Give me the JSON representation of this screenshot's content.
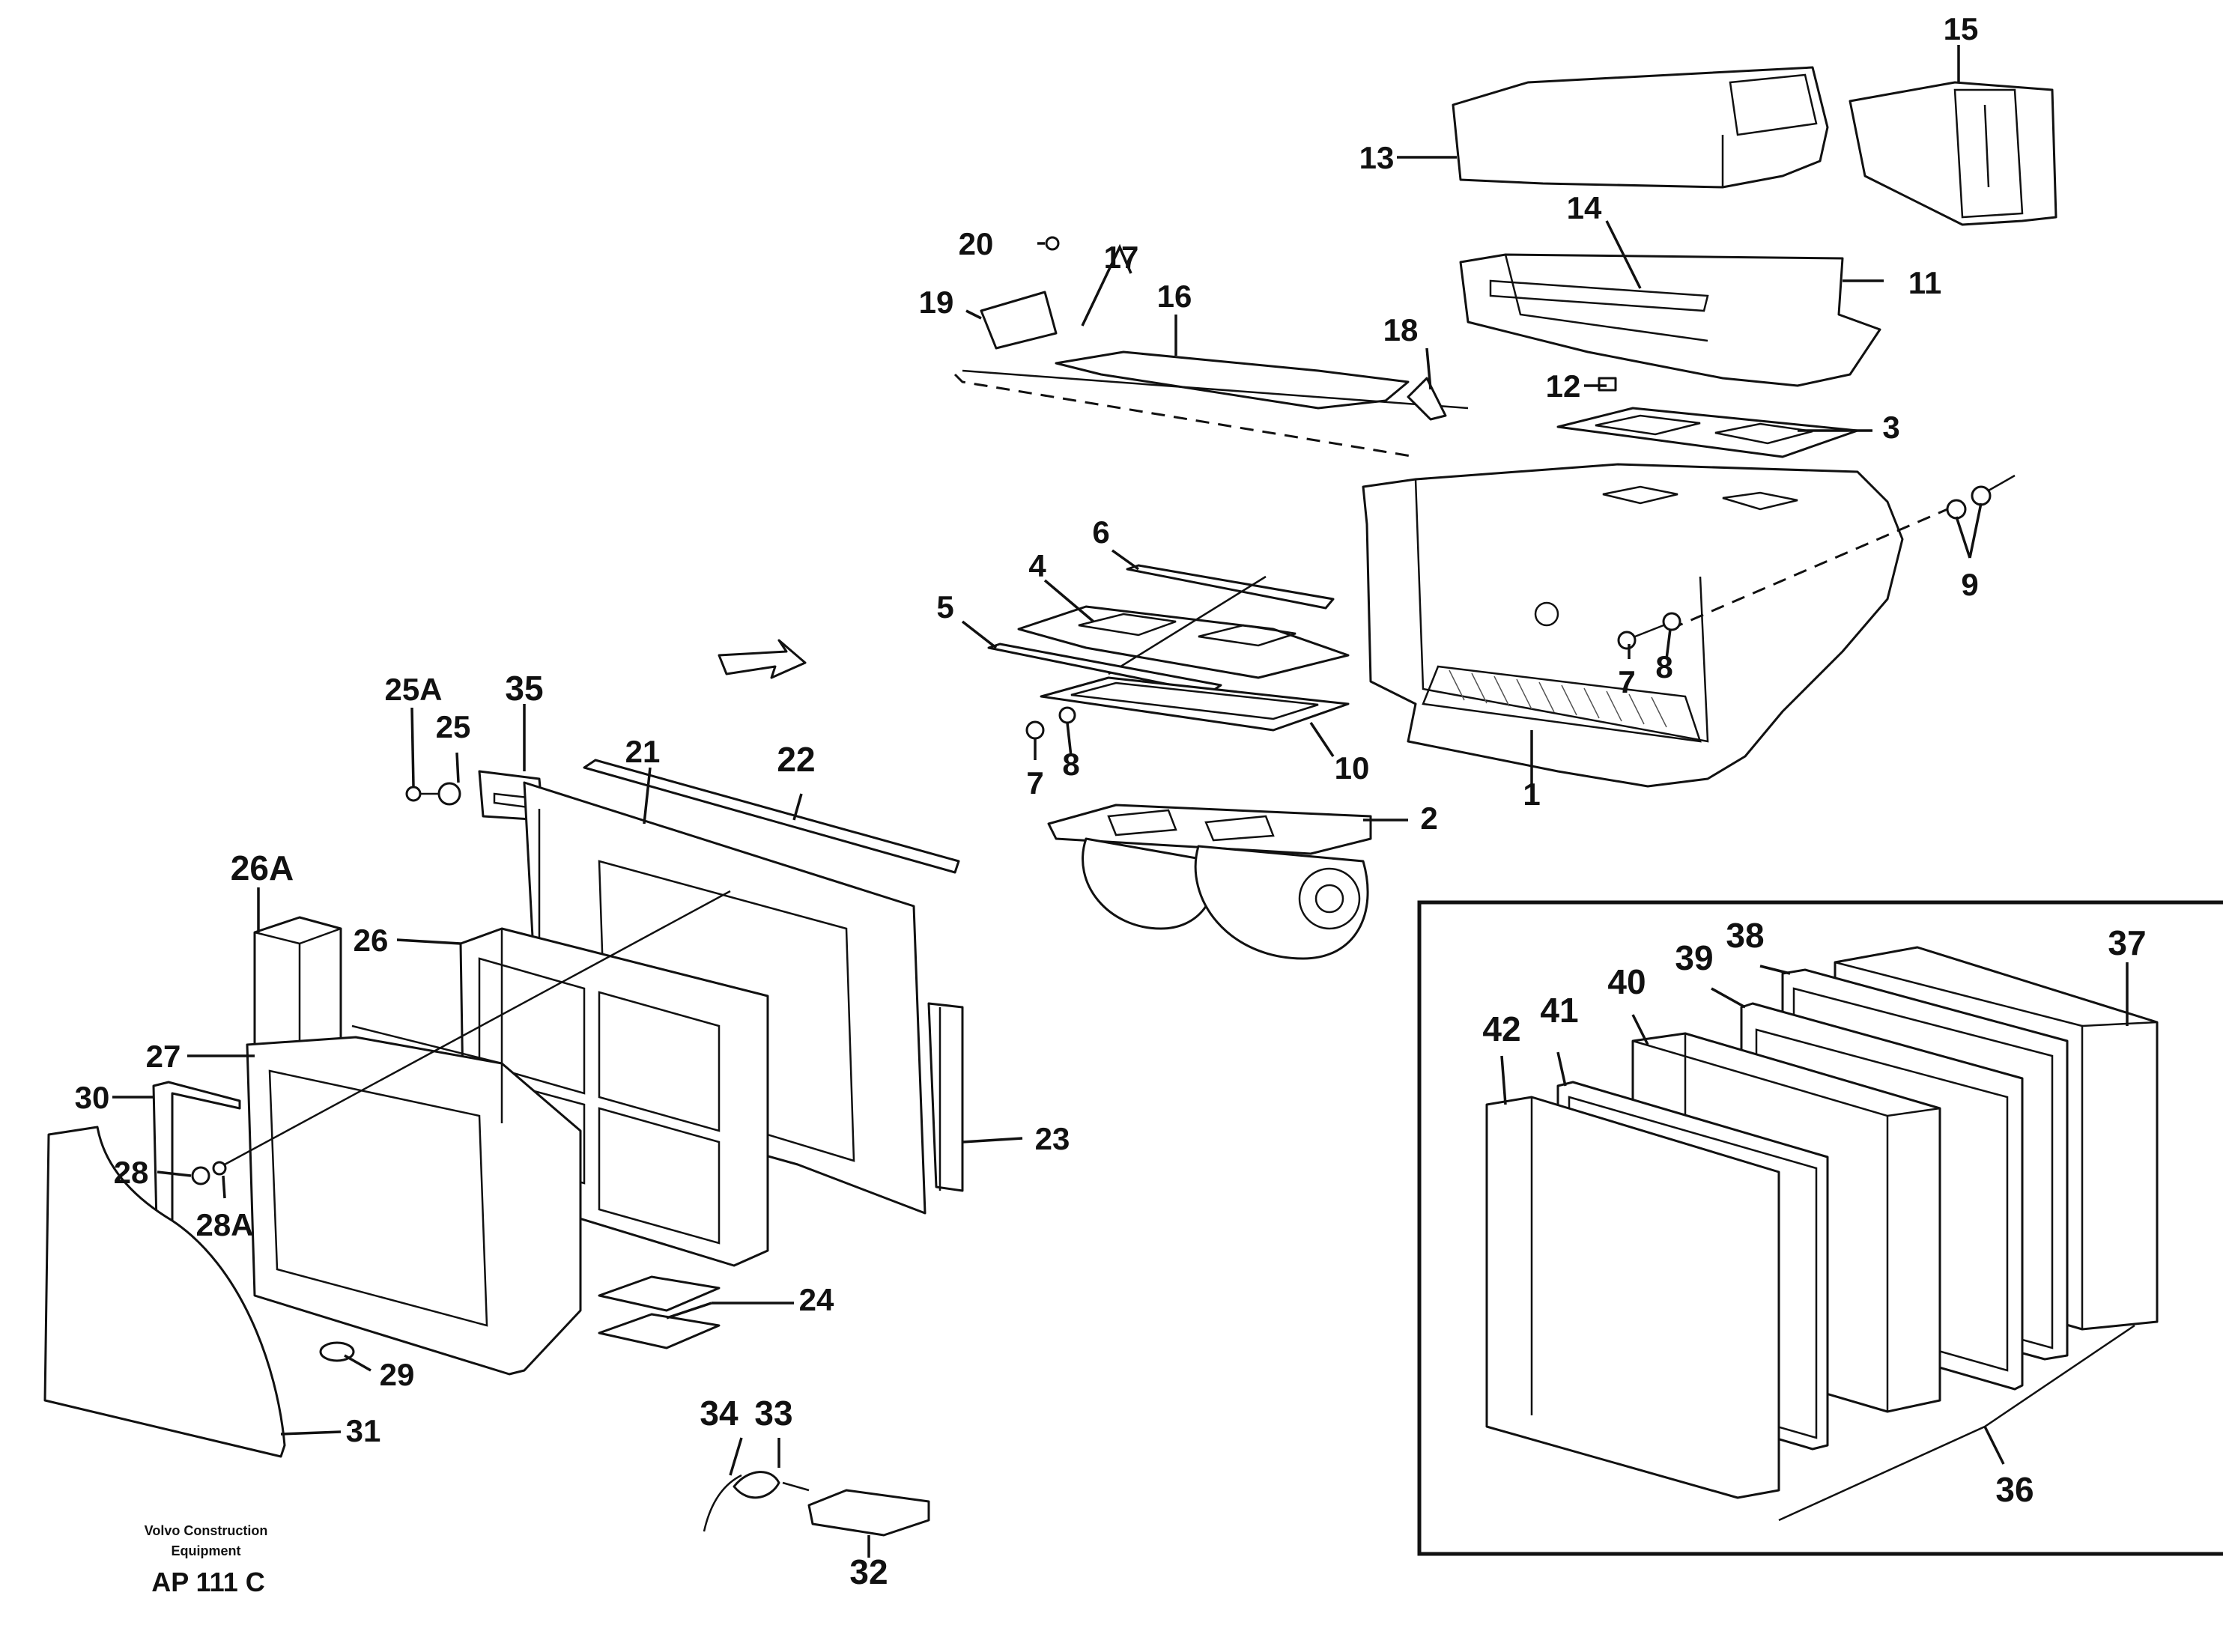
{
  "part_labels": [
    {
      "id": "1",
      "text": "1"
    },
    {
      "id": "2",
      "text": "2"
    },
    {
      "id": "3",
      "text": "3"
    },
    {
      "id": "4",
      "text": "4"
    },
    {
      "id": "5",
      "text": "5"
    },
    {
      "id": "6",
      "text": "6"
    },
    {
      "id": "7a",
      "text": "7"
    },
    {
      "id": "7b",
      "text": "7"
    },
    {
      "id": "8a",
      "text": "8"
    },
    {
      "id": "8b",
      "text": "8"
    },
    {
      "id": "9",
      "text": "9"
    },
    {
      "id": "10",
      "text": "10"
    },
    {
      "id": "11",
      "text": "11"
    },
    {
      "id": "12",
      "text": "12"
    },
    {
      "id": "13",
      "text": "13"
    },
    {
      "id": "14",
      "text": "14"
    },
    {
      "id": "15",
      "text": "15"
    },
    {
      "id": "16",
      "text": "16"
    },
    {
      "id": "17",
      "text": "17"
    },
    {
      "id": "18",
      "text": "18"
    },
    {
      "id": "19",
      "text": "19"
    },
    {
      "id": "20",
      "text": "20"
    },
    {
      "id": "21",
      "text": "21"
    },
    {
      "id": "22",
      "text": "22"
    },
    {
      "id": "23",
      "text": "23"
    },
    {
      "id": "24",
      "text": "24"
    },
    {
      "id": "25",
      "text": "25"
    },
    {
      "id": "25A",
      "text": "25A"
    },
    {
      "id": "26",
      "text": "26"
    },
    {
      "id": "26A",
      "text": "26A"
    },
    {
      "id": "27",
      "text": "27"
    },
    {
      "id": "28",
      "text": "28"
    },
    {
      "id": "28A",
      "text": "28A"
    },
    {
      "id": "29",
      "text": "29"
    },
    {
      "id": "30",
      "text": "30"
    },
    {
      "id": "31",
      "text": "31"
    },
    {
      "id": "32",
      "text": "32"
    },
    {
      "id": "33",
      "text": "33"
    },
    {
      "id": "34",
      "text": "34"
    },
    {
      "id": "35",
      "text": "35"
    },
    {
      "id": "36",
      "text": "36"
    },
    {
      "id": "37",
      "text": "37"
    },
    {
      "id": "38",
      "text": "38"
    },
    {
      "id": "39",
      "text": "39"
    },
    {
      "id": "40",
      "text": "40"
    },
    {
      "id": "41",
      "text": "41"
    },
    {
      "id": "42",
      "text": "42"
    }
  ],
  "caption": {
    "company_line1": "Volvo Construction",
    "company_line2": "Equipment",
    "drawing_code": "AP 111 C"
  }
}
